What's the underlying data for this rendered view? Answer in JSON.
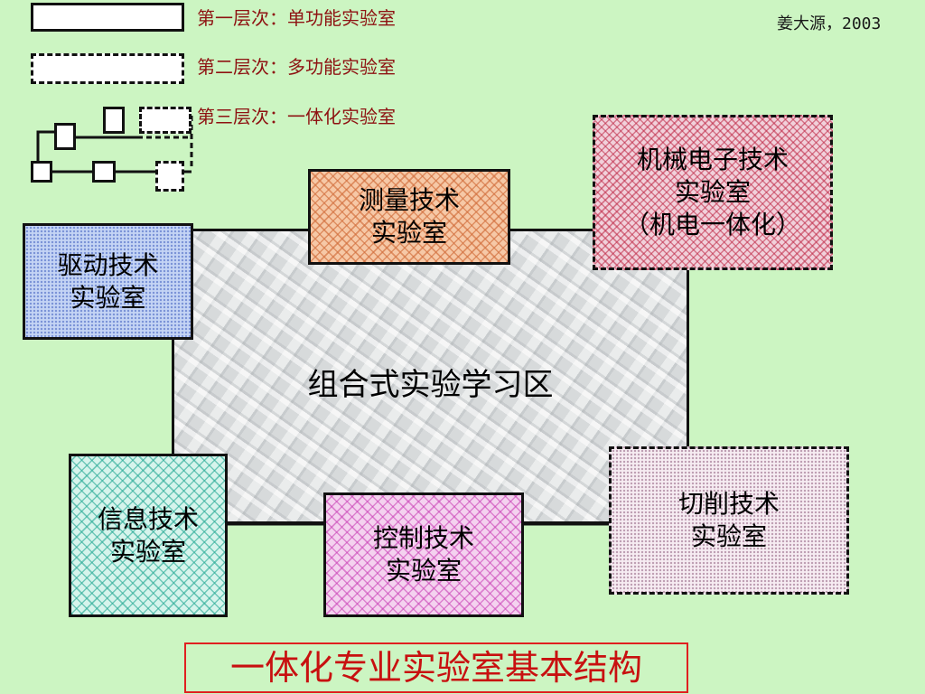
{
  "author": "姜大源，2003",
  "legend": {
    "level1": "第一层次：单功能实验室",
    "level2": "第二层次：多功能实验室",
    "level3": "第三层次：一体化实验室"
  },
  "center": {
    "label": "组合式实验学习区"
  },
  "labs": {
    "measure": [
      "测量技术",
      "实验室"
    ],
    "drive": [
      "驱动技术",
      "实验室"
    ],
    "mechatronics": [
      "机械电子技术",
      "实验室",
      "（机电一体化）"
    ],
    "info": [
      "信息技术",
      "实验室"
    ],
    "control": [
      "控制技术",
      "实验室"
    ],
    "cutting": [
      "切削技术",
      "实验室"
    ]
  },
  "title": "一体化专业实验室基本结构",
  "colors": {
    "background": "#ccf5c2",
    "legend_text": "#8e1212",
    "title_text": "#c81010",
    "title_border": "#e02020"
  }
}
